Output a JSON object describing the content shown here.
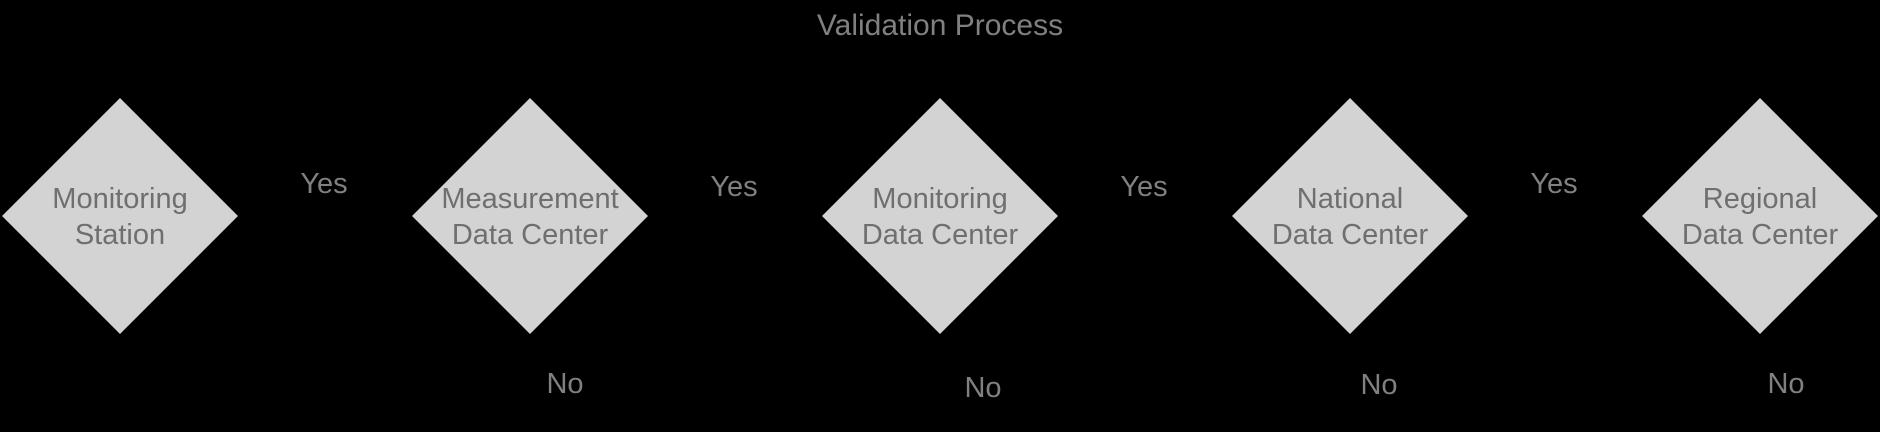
{
  "diagram": {
    "title": "Validation Process",
    "colors": {
      "background": "#000000",
      "node_fill": "#d3d3d3",
      "node_text": "#6f6f6f",
      "label_text": "#808080"
    },
    "nodes": [
      {
        "label_line1": "Monitoring",
        "label_line2": "Station"
      },
      {
        "label_line1": "Measurement",
        "label_line2": "Data Center"
      },
      {
        "label_line1": "Monitoring",
        "label_line2": "Data Center"
      },
      {
        "label_line1": "National",
        "label_line2": "Data Center"
      },
      {
        "label_line1": "Regional",
        "label_line2": "Data Center"
      }
    ],
    "yes_labels": [
      "Yes",
      "Yes",
      "Yes",
      "Yes"
    ],
    "no_labels": [
      "No",
      "No",
      "No",
      "No"
    ]
  }
}
